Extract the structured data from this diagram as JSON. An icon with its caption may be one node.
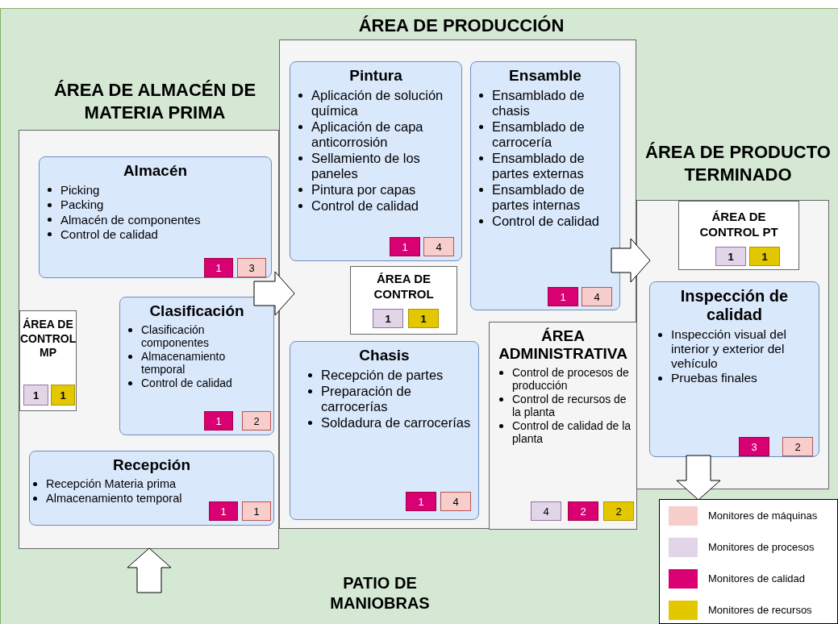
{
  "diagram": {
    "nodes": [
      {
        "text": [
          "PATIO DE MANIOBRAS"
        ]
      },
      {
        "text": [
          "ÁREA DE ALMACÉN DE MATERIA PRIMA"
        ],
        "in": 0
      },
      {
        "text": [
          "Almacén",
          "Picking",
          "Packing",
          "Almacén de componentes",
          "Control de calidad"
        ],
        "in": 1
      },
      {
        "text": [
          "1"
        ],
        "in": 2
      },
      {
        "text": [
          "3"
        ],
        "in": 2
      },
      {
        "text": [
          "ÁREA DE CONTROL MP"
        ],
        "in": 1
      },
      {
        "text": [
          "1"
        ],
        "in": 5
      },
      {
        "text": [
          "1"
        ],
        "in": 5
      },
      {
        "text": [
          "Clasificación",
          "Clasificación componentes",
          "Almacenamiento temporal",
          "Control de calidad"
        ],
        "in": 1
      },
      {
        "text": [
          "1"
        ],
        "in": 8
      },
      {
        "text": [
          "2"
        ],
        "in": 8
      },
      {
        "text": [
          "Recepción",
          "Recepción Materia prima",
          "Almacenamiento temporal"
        ],
        "in": 1
      },
      {
        "text": [
          "1"
        ],
        "in": 11
      },
      {
        "text": [
          "1"
        ],
        "in": 11
      },
      {
        "text": [
          "ÁREA DE PRODUCCIÓN"
        ],
        "in": 0
      },
      {
        "text": [
          "Pintura",
          "Aplicación de solución química",
          "Aplicación de capa anticorrosión",
          "Sellamiento de los paneles",
          "Pintura por capas",
          "Control de calidad"
        ],
        "in": 14
      },
      {
        "text": [
          "1"
        ],
        "in": 15
      },
      {
        "text": [
          "4"
        ],
        "in": 15
      },
      {
        "text": [
          "Ensamble",
          "Ensamblado de chasis",
          "Ensamblado de carrocería",
          "Ensamblado de partes externas",
          "Ensamblado de partes internas",
          "Control de calidad"
        ],
        "in": 14
      },
      {
        "text": [
          "1"
        ],
        "in": 18
      },
      {
        "text": [
          "4"
        ],
        "in": 18
      },
      {
        "text": [
          "ÁREA DE CONTROL"
        ],
        "in": 14
      },
      {
        "text": [
          "1"
        ],
        "in": 21
      },
      {
        "text": [
          "1"
        ],
        "in": 21
      },
      {
        "text": [
          "Chasis",
          "Recepción de partes",
          "Preparación de carrocerías",
          "Soldadura de carrocerías"
        ],
        "in": 14
      },
      {
        "text": [
          "1"
        ],
        "in": 24
      },
      {
        "text": [
          "4"
        ],
        "in": 24
      },
      {
        "text": [
          "ÁREA ADMINISTRATIVA",
          "Control de procesos de producción",
          "Control de recursos de la planta",
          "Control de calidad de la planta"
        ],
        "in": 14
      },
      {
        "text": [
          "4"
        ],
        "in": 27
      },
      {
        "text": [
          "2"
        ],
        "in": 27
      },
      {
        "text": [
          "2"
        ],
        "in": 27
      },
      {
        "text": [
          "ÁREA DE PRODUCTO TERMINADO"
        ],
        "in": 0
      },
      {
        "text": [
          "ÁREA DE CONTROL PT"
        ],
        "in": 31
      },
      {
        "text": [
          "1"
        ],
        "in": 32
      },
      {
        "text": [
          "1"
        ],
        "in": 32
      },
      {
        "text": [
          "Inspección de calidad",
          "Inspección visual del interior y exterior del vehículo",
          "Pruebas finales"
        ],
        "in": 31
      },
      {
        "text": [
          "3"
        ],
        "in": 35
      },
      {
        "text": [
          "2"
        ],
        "in": 35
      }
    ],
    "edges": [
      {
        "from": null,
        "to": 1,
        "arrow": "to"
      },
      {
        "from": 1,
        "to": 14,
        "arrow": "to"
      },
      {
        "from": 14,
        "to": 31,
        "arrow": "to"
      },
      {
        "from": 35,
        "to": null,
        "arrow": "to"
      }
    ],
    "legend": [
      {
        "text": "Monitores de máquinas",
        "color": "#f8cecc"
      },
      {
        "text": "Monitores de procesos",
        "color": "#e1d5e7"
      },
      {
        "text": "Monitores de calidad",
        "color": "#d80073"
      },
      {
        "text": "Monitores de recursos",
        "color": "#e3c800"
      }
    ]
  }
}
